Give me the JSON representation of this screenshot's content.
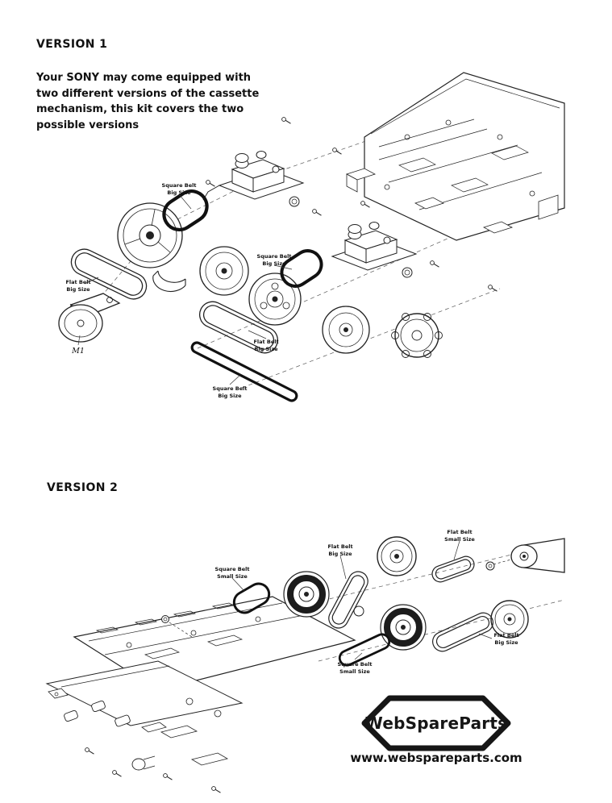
{
  "page": {
    "background": "#ffffff"
  },
  "version1": {
    "title": "VERSION 1",
    "description": "Your SONY may come equipped with\ntwo different versions of the cassette\nmechanism, this kit covers the two\npossible versions",
    "labels": [
      {
        "id": "square-belt-big-1",
        "text": "Square Belt\nBig Size"
      },
      {
        "id": "flat-belt-big-1",
        "text": "Flat Belt\nBig Size"
      },
      {
        "id": "motor-m1",
        "text": "M1"
      },
      {
        "id": "square-belt-big-2",
        "text": "Square Belt\nBig Size"
      },
      {
        "id": "flat-belt-big-2",
        "text": "Flat Belt\nBig Size"
      },
      {
        "id": "square-belt-big-3",
        "text": "Square Belt\nBig Size"
      }
    ]
  },
  "version2": {
    "title": "VERSION 2",
    "labels": [
      {
        "id": "square-belt-small-1",
        "text": "Square Belt\nSmall Size"
      },
      {
        "id": "flat-belt-big-1",
        "text": "Flat Belt\nBig Size"
      },
      {
        "id": "flat-belt-small-1",
        "text": "Flat Belt\nSmall Size"
      },
      {
        "id": "square-belt-small-2",
        "text": "Square Belt\nSmall Size"
      },
      {
        "id": "flat-belt-big-2",
        "text": "Flat Belt\nBig Size"
      }
    ]
  },
  "branding": {
    "logo_text": "WebSpareParts",
    "website": "www.webspareparts.com"
  }
}
